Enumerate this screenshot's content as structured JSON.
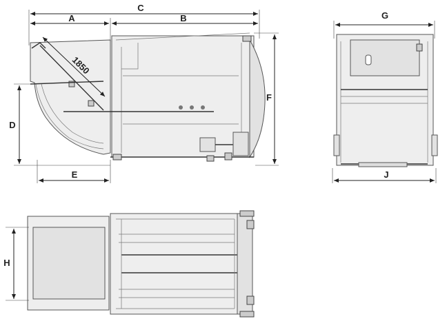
{
  "labels": {
    "a": "A",
    "b": "B",
    "c": "C",
    "d": "D",
    "e": "E",
    "f": "F",
    "g": "G",
    "h": "H",
    "j": "J",
    "arm_length": "1850"
  }
}
